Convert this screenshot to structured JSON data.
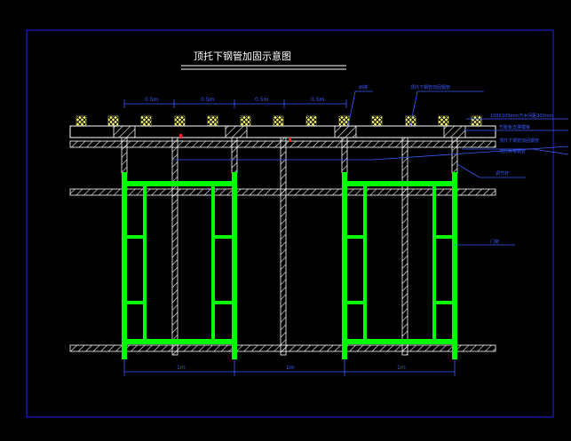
{
  "title": "顶托下钢管加固示意图",
  "top_dimensions": [
    "0.5m",
    "0.5m",
    "0.5m",
    "0.5m"
  ],
  "bottom_dimensions": [
    "1m",
    "1m",
    "1m"
  ],
  "callouts": {
    "top_a": "斜撑",
    "top_b": "顶托下钢管加固钢管",
    "right_1": "100X100mm方木间距300mm",
    "right_2": "竹胶板支撑模板",
    "right_3": "顶托下钢管加固钢管",
    "right_4": "顶托纵横钢管",
    "right_5": "调节杆",
    "right_6": "门架"
  },
  "colors": {
    "frame": "#1f1fff",
    "green": "#00ff00",
    "hatch": "#ffffff",
    "text": "#3a5cff",
    "block": "#ffff66"
  }
}
